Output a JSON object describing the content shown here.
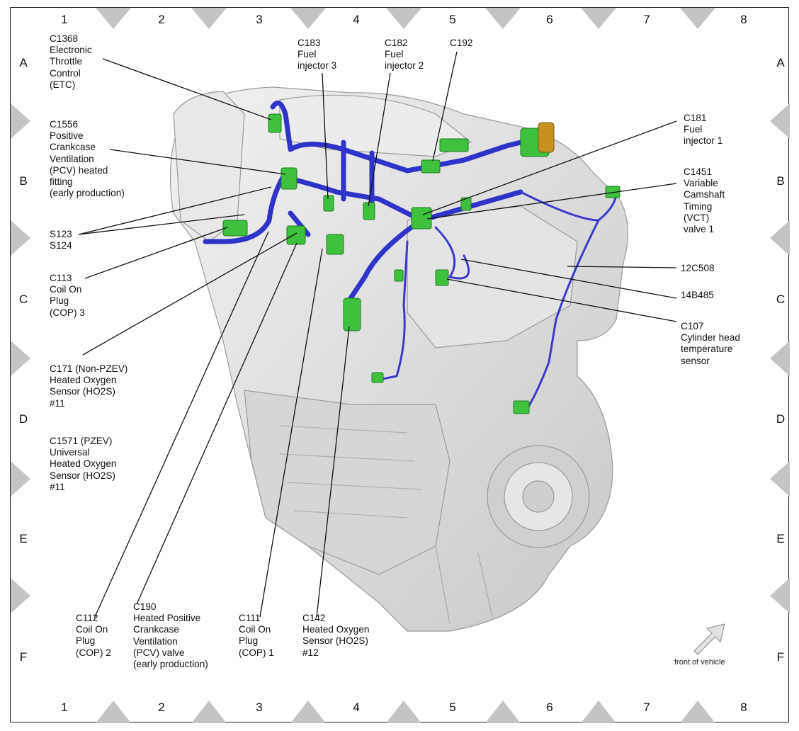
{
  "grid": {
    "columns": [
      "1",
      "2",
      "3",
      "4",
      "5",
      "6",
      "7",
      "8"
    ],
    "rows": [
      "A",
      "B",
      "C",
      "D",
      "E",
      "F"
    ]
  },
  "callouts": {
    "c1368": "C1368\nElectronic\nThrottle\nControl\n(ETC)",
    "c1556": "C1556\nPositive\nCrankcase\nVentilation\n(PCV) heated\nfitting\n(early production)",
    "s123": "S123\nS124",
    "c113": "C113\nCoil On\nPlug\n(COP) 3",
    "c171": "C171 (Non-PZEV)\nHeated Oxygen\nSensor (HO2S)\n#11",
    "c1571": "C1571 (PZEV)\nUniversal\nHeated Oxygen\nSensor (HO2S)\n#11",
    "c183": "C183\nFuel\ninjector 3",
    "c182": "C182\nFuel\ninjector 2",
    "c192": "C192",
    "c181": "C181\nFuel\ninjector 1",
    "c1451": "C1451\nVariable\nCamshaft\nTiming\n(VCT)\nvalve 1",
    "w12c508": "12C508",
    "w14b485": "14B485",
    "c107": "C107\nCylinder head\ntemperature\nsensor",
    "c112": "C112\nCoil On\nPlug\n(COP) 2",
    "c190": "C190\nHeated Positive\nCrankcase\nVentilation\n(PCV) valve\n(early production)",
    "c111": "C111\nCoil On\nPlug\n(COP) 1",
    "c142": "C142\nHeated Oxygen\nSensor (HO2S)\n#12"
  },
  "orientation": {
    "label": "front of vehicle",
    "icon": "arrow-up-right-icon"
  },
  "colors": {
    "harness": "#2e34c8",
    "connector": "#3ec23e",
    "engine": "#dadada",
    "marker": "#c4c4c4"
  }
}
